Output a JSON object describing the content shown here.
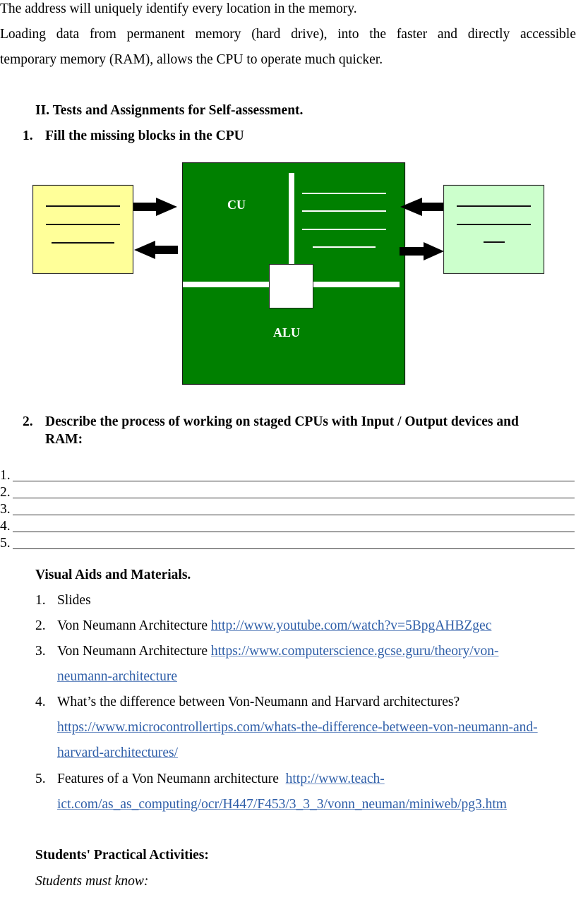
{
  "intro": {
    "line1": "The address will uniquely identify every location in the memory.",
    "line2": "Loading data from permanent memory (hard drive), into the faster and directly accessible",
    "line3": "temporary memory (RAM), allows the CPU to operate much quicker."
  },
  "section_heading": "II. Tests and Assignments for Self-assessment.",
  "task1": {
    "number": "1.",
    "title": "Fill the missing blocks in the CPU",
    "diagram": {
      "cu_label": "CU",
      "alu_label": "ALU",
      "colors": {
        "cpu_fill": "#008000",
        "left_block_fill": "#ffff99",
        "right_block_fill": "#ccffcc",
        "bus": "#ffffff",
        "arrow": "#000000"
      }
    }
  },
  "task2": {
    "number": "2.",
    "title_line1": "Describe the process of working on staged CPUs with Input / Output devices and",
    "title_line2": "RAM:",
    "answer_lines": [
      "1.",
      "2.",
      "3.",
      "4.",
      "5."
    ]
  },
  "visual_aids": {
    "heading": "Visual Aids and Materials.",
    "items": [
      {
        "num": "1.",
        "text": "Slides",
        "link": ""
      },
      {
        "num": "2.",
        "text": "Von Neumann Architecture ",
        "link": "http://www.youtube.com/watch?v=5BpgAHBZgec"
      },
      {
        "num": "3.",
        "text": "Von Neumann Architecture ",
        "link_part1": "https://www.computerscience.gcse.guru/theory/von-",
        "link_part2": "neumann-architecture"
      },
      {
        "num": "4.",
        "text": "What’s the difference between Von-Neumann and Harvard architectures?",
        "link_part1": "https://www.microcontrollertips.com/whats-the-difference-between-von-neumann-and-",
        "link_part2": "harvard-architectures/"
      },
      {
        "num": "5.",
        "text": "Features of a Von Neumann architecture  ",
        "link_part1": "http://www.teach-",
        "link_part2": "ict.com/as_as_computing/ocr/H447/F453/3_3_3/vonn_neuman/miniweb/pg3.htm"
      }
    ]
  },
  "practical": {
    "heading": "Students' Practical Activities:",
    "subheading": "Students must know:"
  }
}
